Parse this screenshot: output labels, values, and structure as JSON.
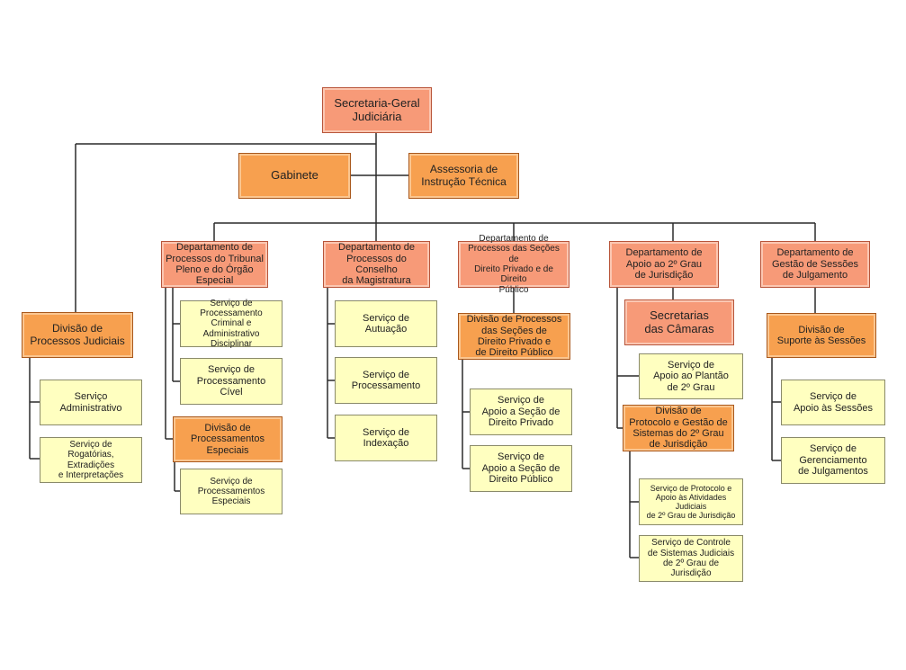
{
  "org_chart": {
    "root": "Secretaria-Geral\nJudiciária",
    "staff": {
      "gabinete": "Gabinete",
      "assessoria": "Assessoria de\nInstrução Técnica"
    },
    "divisao_processos_judiciais": {
      "title": "Divisão de\nProcessos Judiciais",
      "servicos": [
        "Serviço\nAdministrativo",
        "Serviço de\nRogatórias, Extradições\ne Interpretações"
      ]
    },
    "departamentos": [
      {
        "title": "Departamento de\nProcessos do Tribunal\nPleno e do Órgão\nEspecial",
        "servicos": [
          "Serviço de\nProcessamento Criminal e\nAdministrativo Disciplinar",
          "Serviço de\nProcessamento Cível"
        ],
        "divisao": {
          "title": "Divisão de\nProcessamentos\nEspeciais",
          "servicos": [
            "Serviço de\nProcessamentos Especiais"
          ]
        }
      },
      {
        "title": "Departamento de\nProcessos do Conselho\nda Magistratura",
        "servicos": [
          "Serviço de\nAutuação",
          "Serviço de\nProcessamento",
          "Serviço de\nIndexação"
        ]
      },
      {
        "title": "Departamento de\nProcessos das Seções de\nDireito Privado e de Direito\nPúblico",
        "divisao": {
          "title": "Divisão de Processos\ndas Seções de\nDireito Privado e\nde Direito Público",
          "servicos": [
            "Serviço de\nApoio a Seção de\nDireito Privado",
            "Serviço de\nApoio a Seção de\nDireito Público"
          ]
        }
      },
      {
        "title": "Departamento de\nApoio ao 2º Grau\nde Jurisdição",
        "secretarias": "Secretarias\ndas Câmaras",
        "servicos": [
          "Serviço de\nApoio ao Plantão\nde 2º Grau"
        ],
        "divisao": {
          "title": "Divisão de\nProtocolo e Gestão de\nSistemas do 2º Grau\nde Jurisdição",
          "servicos": [
            "Serviço de Protocolo e\nApoio às Atividades Judiciais\nde 2º Grau de Jurisdição",
            "Serviço de Controle\nde Sistemas Judiciais\nde 2º Grau de Jurisdição"
          ]
        }
      },
      {
        "title": "Departamento de\nGestão de Sessões\nde Julgamento",
        "divisao": {
          "title": "Divisão de\nSuporte às Sessões",
          "servicos": [
            "Serviço de\nApoio às Sessões",
            "Serviço de\nGerenciamento\nde Julgamentos"
          ]
        }
      }
    ]
  }
}
